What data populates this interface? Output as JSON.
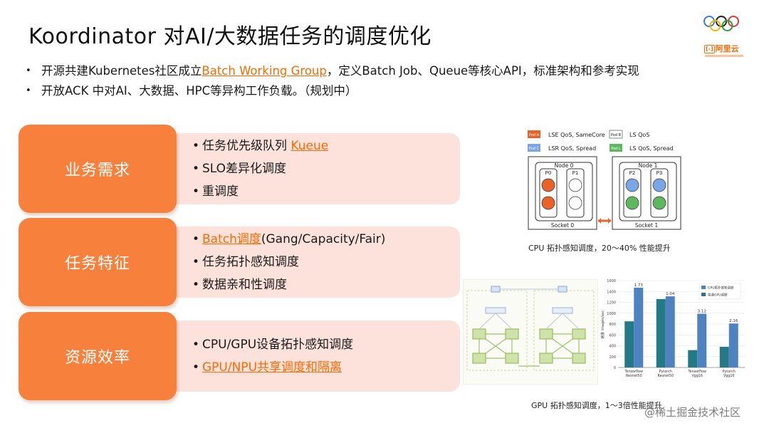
{
  "title": "Koordinator 对AI/大数据任务的调度优化",
  "logo": {
    "brand": "阿里云",
    "mark": "[-]"
  },
  "bullets": [
    {
      "pre": "开源共建Kubernetes社区成立",
      "link": "Batch Working Group",
      "post": "，定义Batch Job、Queue等核心API，标准架构和参考实现"
    },
    {
      "text": "开放ACK 中对AI、大数据、HPC等异构工作负载。（规划中）"
    }
  ],
  "rows": [
    {
      "label": "业务需求",
      "items": [
        {
          "pre": "任务优先级队列 ",
          "link": "Kueue",
          "post": ""
        },
        {
          "pre": "SLO差异化调度",
          "link": "",
          "post": ""
        },
        {
          "pre": "重调度",
          "link": "",
          "post": ""
        }
      ]
    },
    {
      "label": "任务特征",
      "items": [
        {
          "pre": "",
          "link": "Batch调度",
          "post": "(Gang/Capacity/Fair)"
        },
        {
          "pre": "任务拓扑感知调度",
          "link": "",
          "post": ""
        },
        {
          "pre": "数据亲和性调度",
          "link": "",
          "post": ""
        }
      ]
    },
    {
      "label": "资源效率",
      "items": [
        {
          "pre": "CPU/GPU设备拓扑感知调度",
          "link": "",
          "post": ""
        },
        {
          "pre": "",
          "link": "GPU/NPU共享调度和隔离",
          "post": ""
        }
      ]
    }
  ],
  "cpu_diagram": {
    "legend": [
      "LSE QoS, SameCore",
      "LS QoS",
      "LSR QoS, Spread",
      "LS QoS, Spread"
    ],
    "pods": [
      "Pod A",
      "Pod B",
      "Pod C",
      "Pod L"
    ],
    "nodes": [
      "Node 0",
      "Node 1"
    ],
    "cores": [
      "P0",
      "P1",
      "P2",
      "P3"
    ],
    "sockets": [
      "Socket 0",
      "Socket 1"
    ],
    "caption": "CPU 拓扑感知调度，20～40% 性能提升"
  },
  "gpu_chart": {
    "caption": "GPU 拓扑感知调度，1～3倍性能提升",
    "legend": [
      "GPU拓扑感知调度",
      "普通GPU调度"
    ]
  },
  "chart_data": {
    "type": "bar",
    "categories": [
      "Tensorflow Resnet50",
      "Pytorch Resnet50",
      "Tensorflow Vgg16",
      "Pytorch Vgg16"
    ],
    "series": [
      {
        "name": "普通GPU调度",
        "values": [
          850,
          1260,
          320,
          380
        ]
      },
      {
        "name": "GPU拓扑感知调度",
        "values": [
          1470,
          1310,
          990,
          810
        ]
      }
    ],
    "data_labels": [
      "1.73",
      "1.04",
      "3.12",
      "2.16"
    ],
    "yticks": [
      "0",
      "200",
      "400",
      "600",
      "800",
      "1000",
      "1200",
      "1400",
      "1600"
    ],
    "ylim": [
      0,
      1600
    ],
    "ylabel": "速度 images/sec",
    "colors": {
      "base": "#237a86",
      "topo": "#4f83bf"
    },
    "legend_position": "top-right"
  },
  "watermark": "@稀土掘金技术社区"
}
